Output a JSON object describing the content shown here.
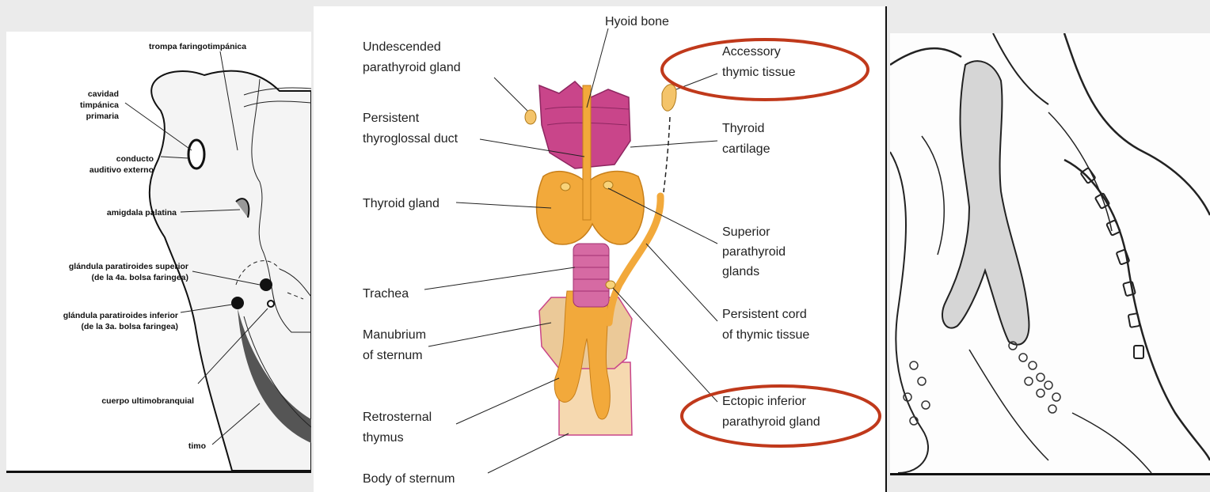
{
  "left_labels": {
    "trompa": "trompa faringotimpánica",
    "cavidad": [
      "cavidad",
      "timpánica",
      "primaria"
    ],
    "conducto": [
      "conducto",
      "auditivo externo"
    ],
    "amigdala": "amigdala palatina",
    "gl_sup": [
      "glándula paratiroides superior",
      "(de la 4a. bolsa faringea)"
    ],
    "gl_inf": [
      "glándula paratiroides inferior",
      "(de la 3a. bolsa faringea)"
    ],
    "cuerpo": "cuerpo ultimobranquial",
    "timo": "timo"
  },
  "center_labels": {
    "hyoid": "Hyoid bone",
    "undescended": [
      "Undescended",
      "parathyroid gland"
    ],
    "accessory": [
      "Accessory",
      "thymic tissue"
    ],
    "persistent_thyro": [
      "Persistent",
      "thyroglossal duct"
    ],
    "thyroid_cart": [
      "Thyroid",
      "cartilage"
    ],
    "thyroid_gland": "Thyroid gland",
    "superior": [
      "Superior",
      "parathyroid",
      "glands"
    ],
    "trachea": "Trachea",
    "persistent_cord": [
      "Persistent cord",
      "of thymic tissue"
    ],
    "manubrium": [
      "Manubrium",
      "of sternum"
    ],
    "ectopic": [
      "Ectopic inferior",
      "parathyroid gland"
    ],
    "retrosternal": [
      "Retrosternal",
      "thymus"
    ],
    "body_sternum": "Body of sternum"
  },
  "colors": {
    "highlight_oval": "#c0391b",
    "thyroid": "#f2a93b",
    "cartilage": "#c9458a",
    "sternum": "#f6d9b0"
  }
}
